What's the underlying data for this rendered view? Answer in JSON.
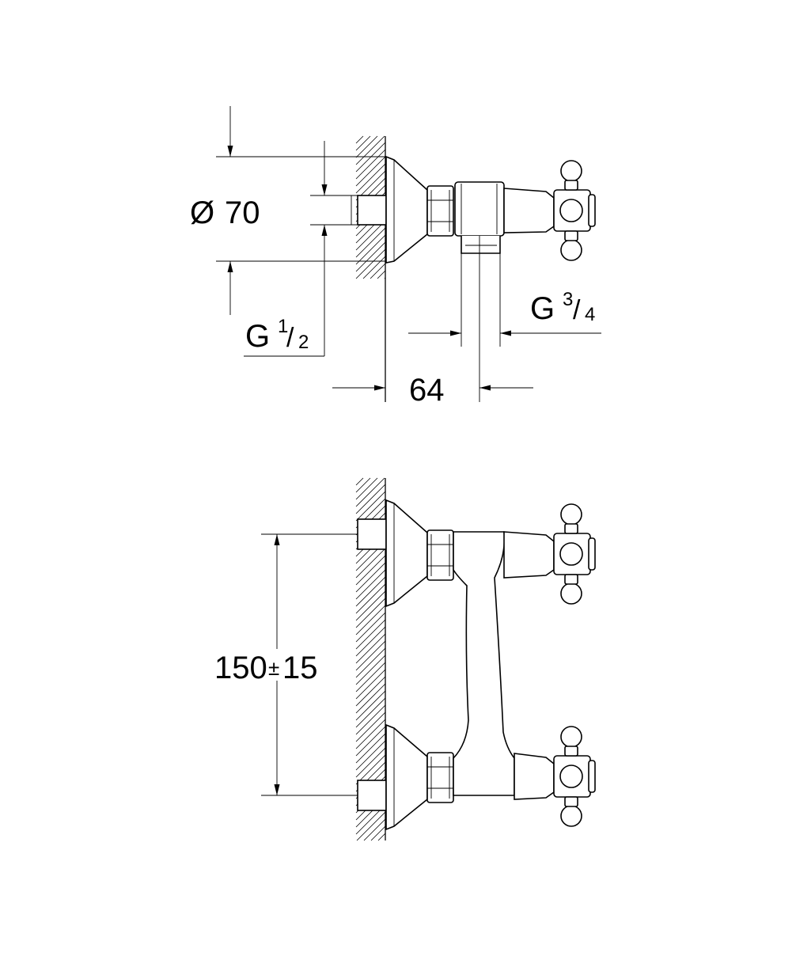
{
  "dimensions": {
    "diameter_symbol": "Ø",
    "diameter_value": "70",
    "inlet_thread_G": "G",
    "inlet_thread_num": "1",
    "inlet_thread_den": "2",
    "outlet_thread_G": "G",
    "outlet_thread_num": "3",
    "outlet_thread_den": "4",
    "depth": "64",
    "spacing_main": "150",
    "spacing_pm": "±",
    "spacing_tol": "15"
  },
  "colors": {
    "line": "#000000",
    "background": "#ffffff"
  }
}
